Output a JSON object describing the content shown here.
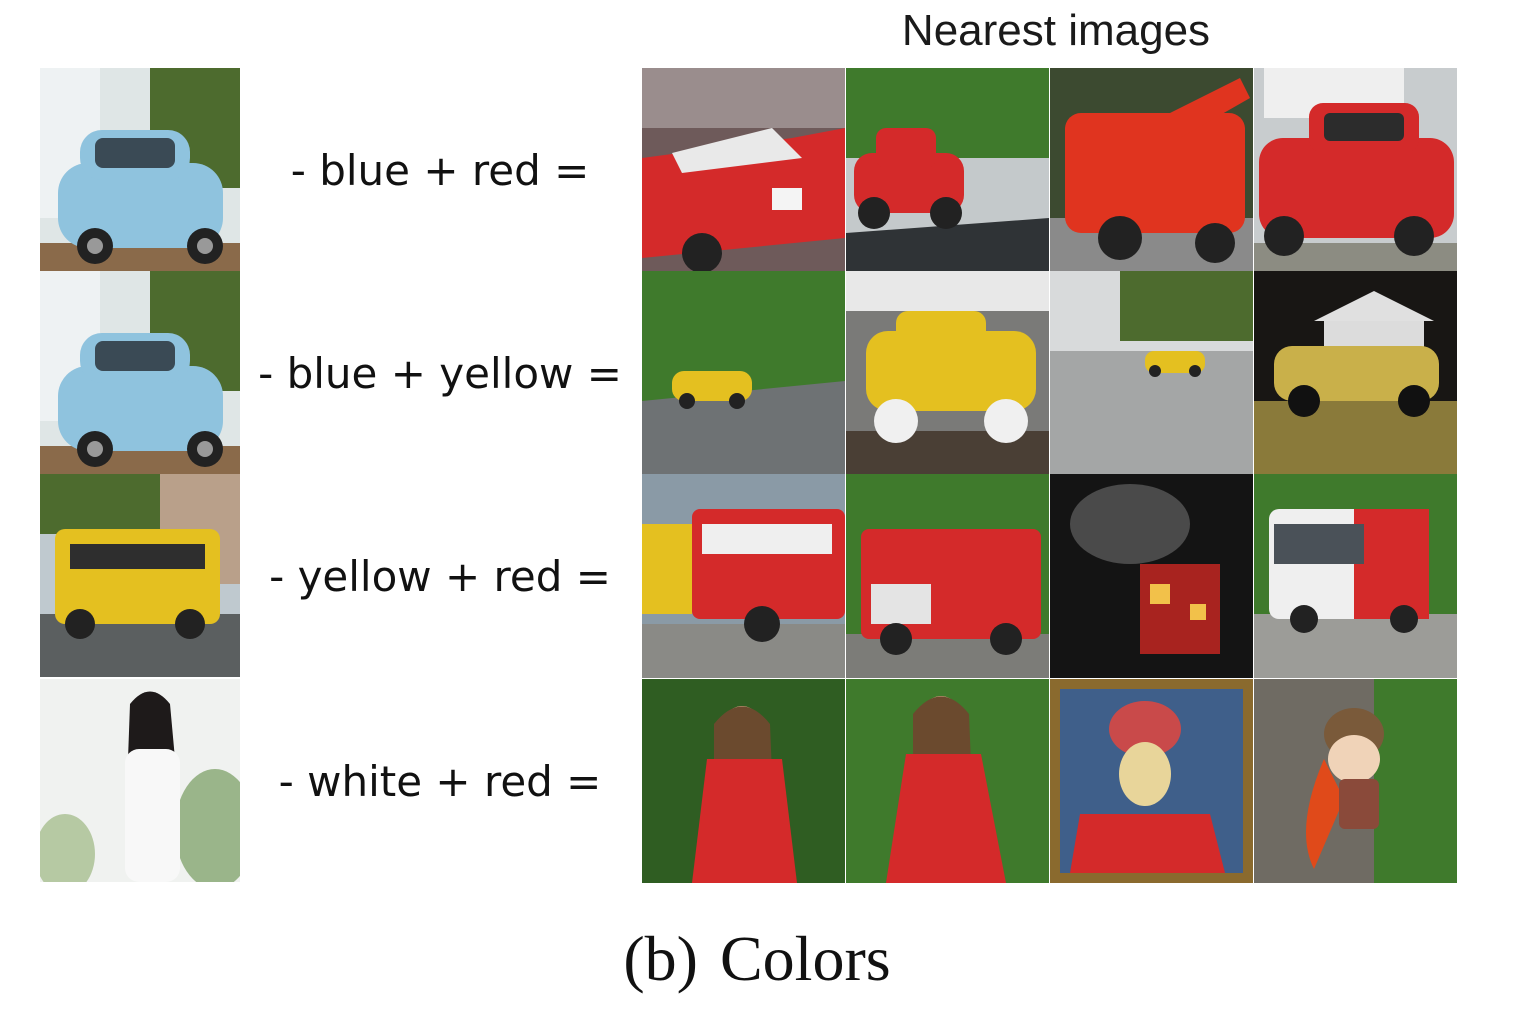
{
  "heading": "Nearest images",
  "caption": {
    "label": "(b)",
    "text": "Colors"
  },
  "colors": {
    "blue": "#8fc3de",
    "red": "#d42a2a",
    "yellow": "#e4c020",
    "white": "#f3f3f3",
    "sky": "#c9d8e0",
    "foliage": "#3f7a2c",
    "road": "#5b5f60",
    "night": "#141414"
  },
  "rows": [
    {
      "query": "blue car",
      "operation": "- blue + red =",
      "results": [
        "red vintage car",
        "red vintage car",
        "red vintage truck",
        "red car"
      ]
    },
    {
      "query": "blue car",
      "operation": "- blue + yellow =",
      "results": [
        "yellow car",
        "yellow vintage car",
        "yellow car",
        "yellow car"
      ]
    },
    {
      "query": "yellow school bus",
      "operation": "- yellow + red =",
      "results": [
        "red bus",
        "red fire truck",
        "fire truck at night",
        "red bus"
      ]
    },
    {
      "query": "woman in white",
      "operation": "- white + red =",
      "results": [
        "woman in red dress",
        "woman in red dress",
        "painting of figure in red",
        "doll in red"
      ]
    }
  ]
}
